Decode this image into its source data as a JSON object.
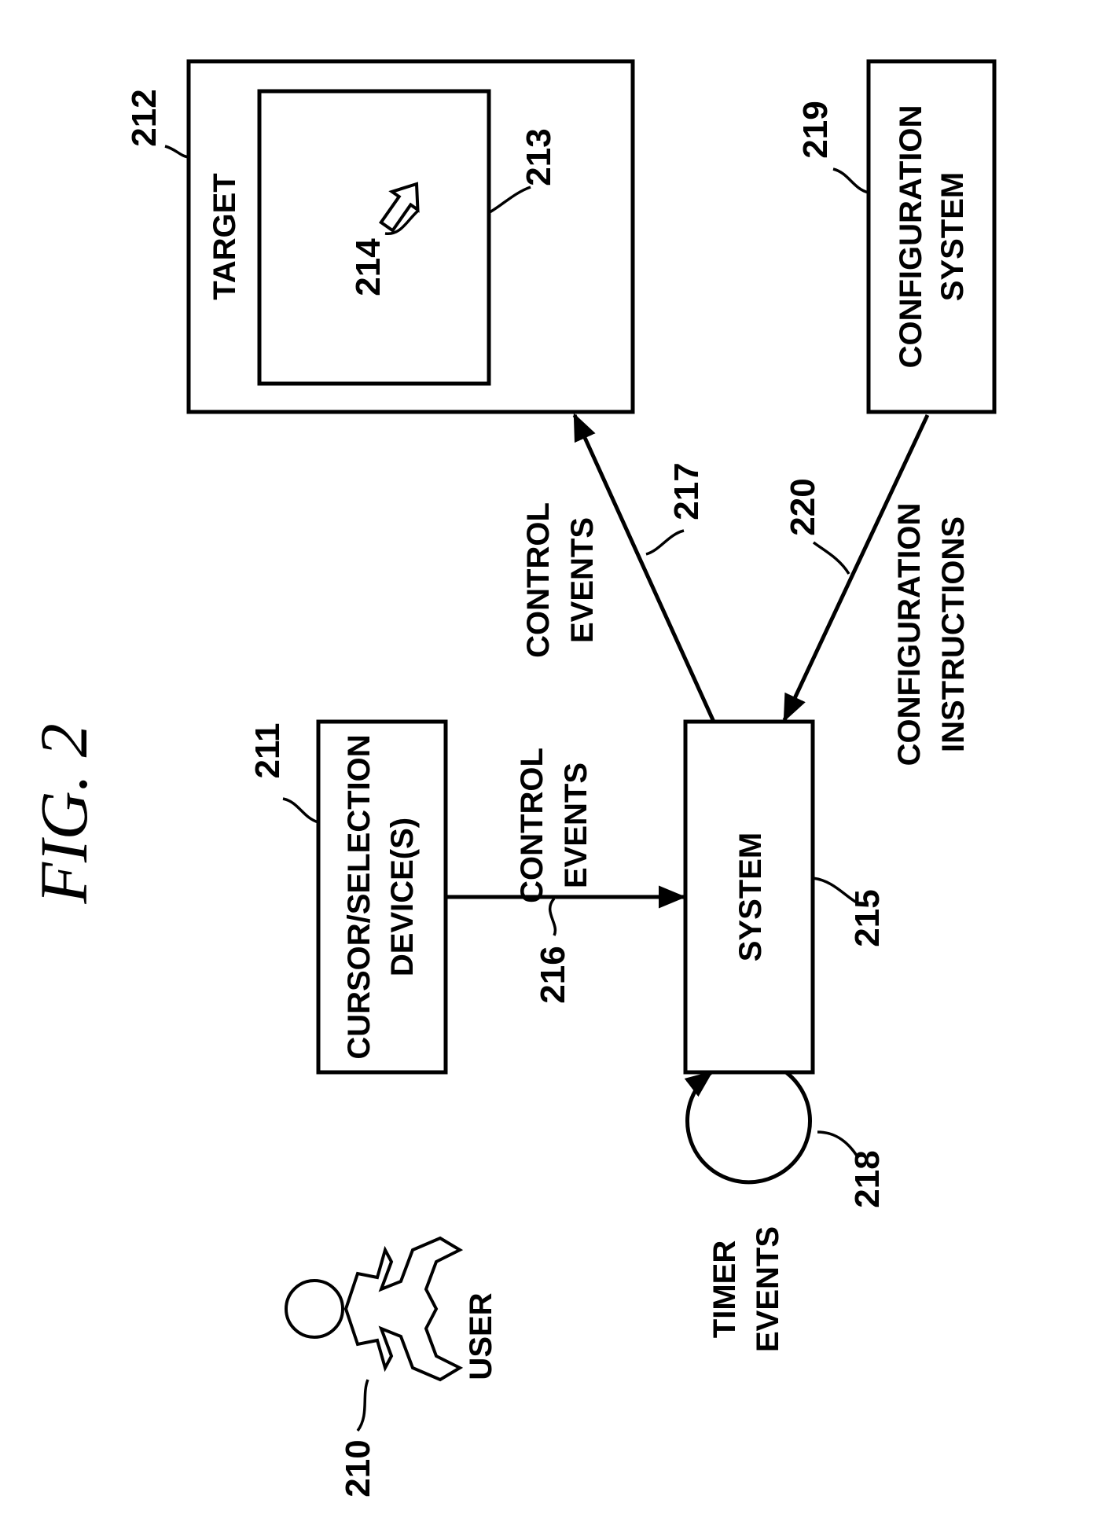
{
  "figure": {
    "title": "FIG. 2"
  },
  "user": {
    "label": "USER",
    "ref": "210"
  },
  "cursor_device": {
    "line1": "CURSOR/SELECTION",
    "line2": "DEVICE(S)",
    "ref": "211"
  },
  "target": {
    "label": "TARGET",
    "ref": "212",
    "screen_ref": "213",
    "cursor_ref": "214"
  },
  "system": {
    "label": "SYSTEM",
    "ref": "215"
  },
  "control_events_1": {
    "line1": "CONTROL",
    "line2": "EVENTS",
    "ref": "216"
  },
  "control_events_2": {
    "line1": "CONTROL",
    "line2": "EVENTS",
    "ref": "217"
  },
  "timer_events": {
    "line1": "TIMER",
    "line2": "EVENTS",
    "ref": "218"
  },
  "config_system": {
    "line1": "CONFIGURATION",
    "line2": "SYSTEM",
    "ref": "219"
  },
  "config_instructions": {
    "line1": "CONFIGURATION",
    "line2": "INSTRUCTIONS",
    "ref": "220"
  }
}
